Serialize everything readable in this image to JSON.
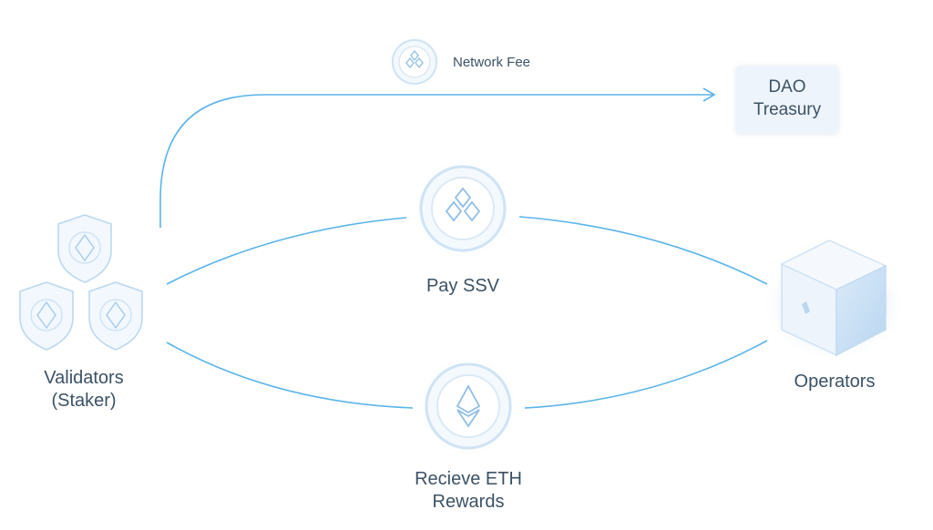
{
  "labels": {
    "network_fee": "Network Fee",
    "dao_line1": "DAO",
    "dao_line2": "Treasury",
    "pay_ssv": "Pay SSV",
    "validators_line1": "Validators",
    "validators_line2": "(Staker)",
    "operators": "Operators",
    "reward_line1": "Recieve ETH",
    "reward_line2": "Rewards"
  },
  "colors": {
    "flow_line": "#5ab4ea",
    "token_ring": "#cfe3f4",
    "token_fill": "#f4f9fe",
    "label_text": "#3b5266",
    "dao_box_bg": "#eef4fb"
  },
  "icons": [
    "ssv-token-icon",
    "ssv-token-icon",
    "eth-token-icon",
    "validator-shield-icon",
    "operator-cube-icon",
    "arrow-right-icon"
  ]
}
